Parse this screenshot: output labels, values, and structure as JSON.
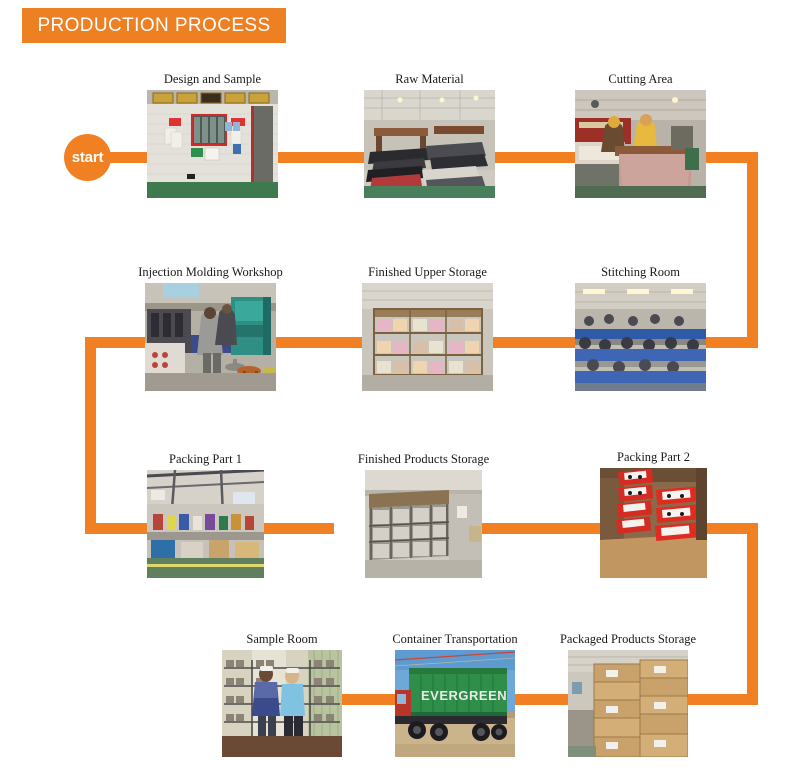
{
  "header": {
    "title": "PRODUCTION PROCESS",
    "bar_color": "#ED8022"
  },
  "flow": {
    "start_label": "start",
    "connector_color": "#F08022",
    "direction_note": "serpentine"
  },
  "rows": [
    {
      "index": 1,
      "direction": "left-to-right",
      "steps": [
        {
          "order": 1,
          "label": "Design and Sample",
          "photo": "factory-showroom-entrance-photo"
        },
        {
          "order": 2,
          "label": "Raw Material",
          "photo": "raw-material-stacks-photo"
        },
        {
          "order": 3,
          "label": "Cutting Area",
          "photo": "cutting-area-workers-photo"
        }
      ]
    },
    {
      "index": 2,
      "direction": "right-to-left",
      "steps": [
        {
          "order": 6,
          "label": "Injection Molding Workshop",
          "photo": "injection-molding-machines-photo"
        },
        {
          "order": 5,
          "label": "Finished Upper Storage",
          "photo": "upper-storage-racks-photo"
        },
        {
          "order": 4,
          "label": "Stitching Room",
          "photo": "stitching-room-lines-photo"
        }
      ]
    },
    {
      "index": 3,
      "direction": "left-to-right",
      "steps": [
        {
          "order": 7,
          "label": "Packing Part 1",
          "photo": "packing-line-workers-photo"
        },
        {
          "order": 8,
          "label": "Finished Products Storage",
          "photo": "finished-products-racks-photo"
        },
        {
          "order": 9,
          "label": "Packing Part 2",
          "photo": "red-shoe-boxes-carton-photo"
        }
      ]
    },
    {
      "index": 4,
      "direction": "right-to-left",
      "steps": [
        {
          "order": 12,
          "label": "Sample Room",
          "photo": "sample-room-two-people-photo"
        },
        {
          "order": 11,
          "label": "Container Transportation",
          "photo": "green-evergreen-container-truck-photo"
        },
        {
          "order": 10,
          "label": "Packaged Products Storage",
          "photo": "cardboard-cartons-warehouse-photo"
        }
      ]
    }
  ]
}
